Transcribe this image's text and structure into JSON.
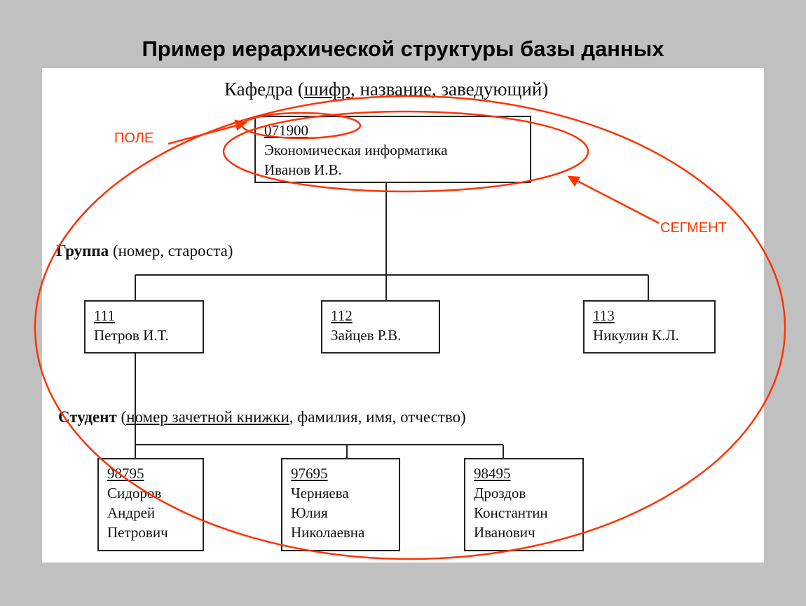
{
  "title": "Пример иерархической структуры базы данных",
  "kafedra": {
    "name": "Кафедра",
    "open": " (",
    "key": "шифр",
    "rest": ", название, заведующий)"
  },
  "group_header": {
    "name": "Группа",
    "rest": " (номер, староста)"
  },
  "student_header": {
    "name": "Студент",
    "open": " (",
    "key": "номер зачетной книжки",
    "rest": ", фамилия, имя, отчество)"
  },
  "root": {
    "code": "071900",
    "name": "Экономическая информатика",
    "head": "Иванов И.В."
  },
  "groups": [
    {
      "num": "111",
      "leader": "Петров И.Т."
    },
    {
      "num": "112",
      "leader": "Зайцев Р.В."
    },
    {
      "num": "113",
      "leader": "Никулин К.Л."
    }
  ],
  "students": [
    {
      "id": "98795",
      "last": "Сидоров",
      "first": "Андрей",
      "middle": "Петрович"
    },
    {
      "id": "97695",
      "last": "Черняева",
      "first": "Юлия",
      "middle": "Николаевна"
    },
    {
      "id": "98495",
      "last": "Дроздов",
      "first": "Константин",
      "middle": "Иванович"
    }
  ],
  "annotations": {
    "field": "ПОЛЕ",
    "segment": "СЕГМЕНТ"
  },
  "colors": {
    "annotation": "#ff3300"
  }
}
